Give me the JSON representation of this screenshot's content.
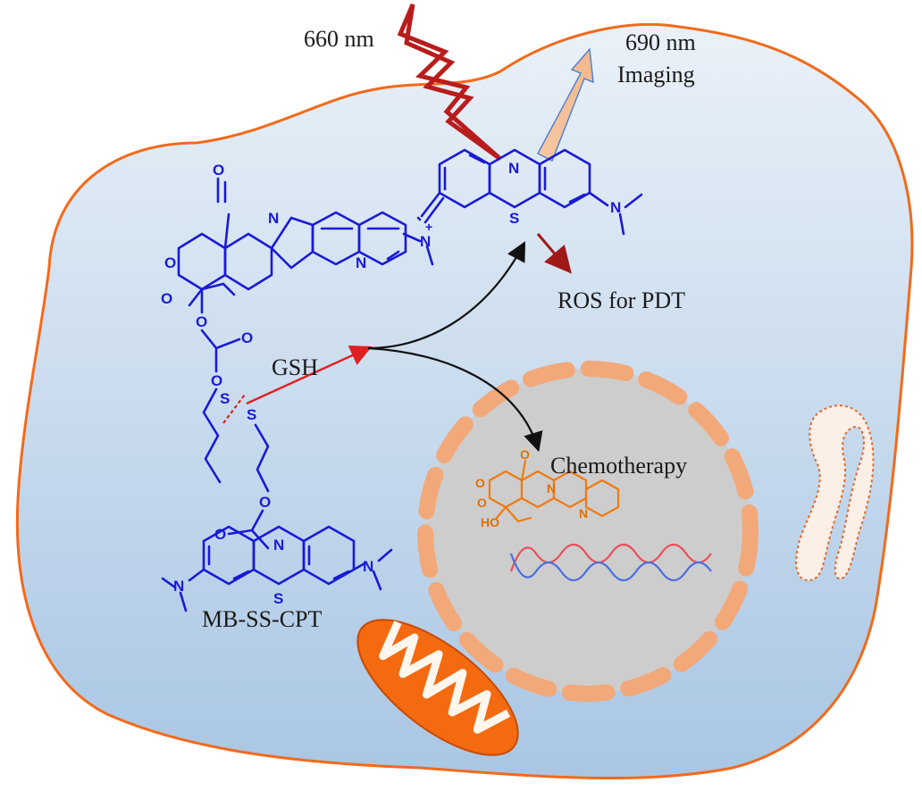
{
  "labels": {
    "excitation": "660 nm",
    "emission_wavelength": "690 nm",
    "emission_use": "Imaging",
    "ros": "ROS for PDT",
    "trigger": "GSH",
    "release": "Chemotherapy",
    "prodrug": "MB-SS-CPT"
  },
  "atoms": {
    "N": "N",
    "S": "S",
    "O": "O",
    "plus": "+",
    "HO": "HO"
  },
  "colors": {
    "cell_membrane": "#f26a1b",
    "cytoplasm_top": "#eaf1f8",
    "cytoplasm_bottom": "#a9c6e4",
    "nucleus_fill": "#cdcdcd",
    "nuclear_envelope": "#f2a878",
    "molecule": "#1a1ad6",
    "released_drug": "#f07a10",
    "lightning": "#b81c1c",
    "emission_arrow": "#f6c8a4",
    "gsh_arrow": "#e02020",
    "mitochondrion": "#f36a10",
    "dna_red": "#e8505a",
    "dna_blue": "#4a6fe0"
  },
  "icons": [
    "lightning-bolt-icon",
    "emission-arrow-icon",
    "mitochondrion-icon",
    "dna-helix-icon",
    "endoplasmic-reticulum-icon"
  ]
}
